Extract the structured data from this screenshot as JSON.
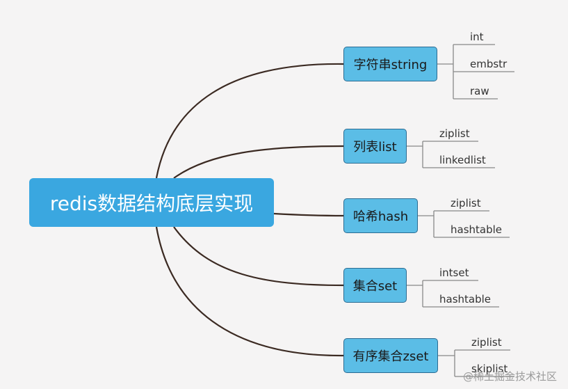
{
  "root": {
    "label": "redis数据结构底层实现"
  },
  "branches": [
    {
      "label": "字符串string",
      "children": [
        "int",
        "embstr",
        "raw"
      ]
    },
    {
      "label": "列表list",
      "children": [
        "ziplist",
        "linkedlist"
      ]
    },
    {
      "label": "哈希hash",
      "children": [
        "ziplist",
        "hashtable"
      ]
    },
    {
      "label": "集合set",
      "children": [
        "intset",
        "hashtable"
      ]
    },
    {
      "label": "有序集合zset",
      "children": [
        "ziplist",
        "skiplist"
      ]
    }
  ],
  "watermark": "@稀土掘金技术社区",
  "colors": {
    "root_fill": "#3aa7e0",
    "node_fill": "#5bbde6",
    "node_border": "#2a6b92",
    "connector": "#3b2a22",
    "leaf_line": "#888888",
    "background": "#f5f4f4"
  }
}
